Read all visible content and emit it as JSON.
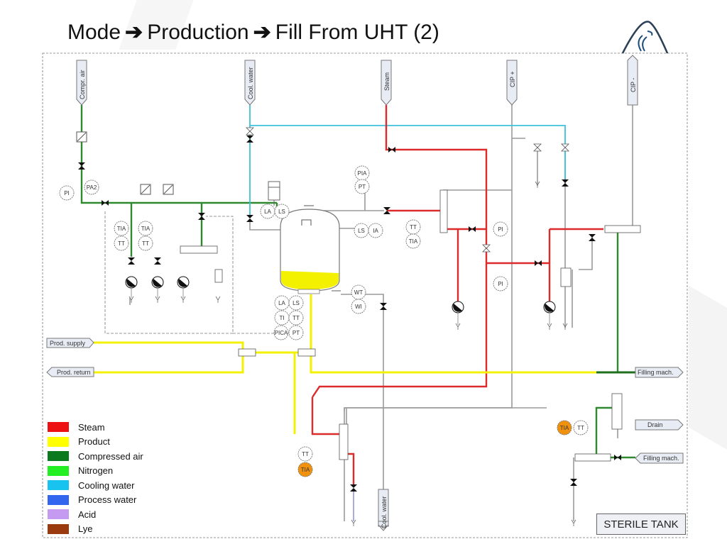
{
  "title": {
    "parts": [
      "Mode",
      "Production",
      "Fill From UHT (2)"
    ],
    "separator": "➔"
  },
  "utility_connectors_top": [
    {
      "id": "compr-air",
      "label": "Compr. air"
    },
    {
      "id": "cool-water",
      "label": "Cool. water"
    },
    {
      "id": "steam",
      "label": "Steam"
    },
    {
      "id": "cip-plus",
      "label": "CIP +"
    },
    {
      "id": "cip-minus",
      "label": "CIP -"
    }
  ],
  "side_connectors": {
    "prod_supply": "Prod. supply",
    "prod_return": "Prod. return",
    "filling_mach_1": "Filling mach.",
    "drain": "Drain",
    "filling_mach_2": "Filling mach.",
    "cool_water_bottom": "Cool. water"
  },
  "instruments": {
    "pi_air": "PI",
    "pa2": "PA2",
    "tia_1": "TIA",
    "tt_1": "TT",
    "tia_2": "TIA",
    "tt_2": "TT",
    "la_top": "LA",
    "ls_top": "LS",
    "pia": "PIA",
    "pt_top": "PT",
    "ls_side": "LS",
    "ia_side": "IA",
    "tt_steam": "TT",
    "tia_steam": "TIA",
    "pi_steam_1": "PI",
    "pi_steam_2": "PI",
    "wt": "WT",
    "wi": "WI",
    "la_bot": "LA",
    "ls_bot": "LS",
    "ti_bot": "TI",
    "tt_bot": "TT",
    "pica": "PICA",
    "pt_bot": "PT",
    "tt_lower": "TT",
    "tia_lower": "TIA",
    "tia_right": "TIA",
    "tt_right": "TT"
  },
  "legend": [
    {
      "label": "Steam",
      "color": "#ee1111"
    },
    {
      "label": "Product",
      "color": "#ffff00"
    },
    {
      "label": "Compressed air",
      "color": "#0b7a1f"
    },
    {
      "label": "Nitrogen",
      "color": "#22ee22"
    },
    {
      "label": "Cooling water",
      "color": "#19c3f0"
    },
    {
      "label": "Process water",
      "color": "#3366ee"
    },
    {
      "label": "Acid",
      "color": "#c49bf0"
    },
    {
      "label": "Lye",
      "color": "#9a3a0e"
    }
  ],
  "box_label": "STERILE TANK",
  "colors": {
    "steam": "#dd2a2a",
    "product": "#f3f000",
    "air": "#2f8a2f",
    "cooling": "#3ec0dc",
    "idle": "#9a9a9a",
    "lye_return": "#8888cc",
    "alarm": "#f0920e"
  }
}
